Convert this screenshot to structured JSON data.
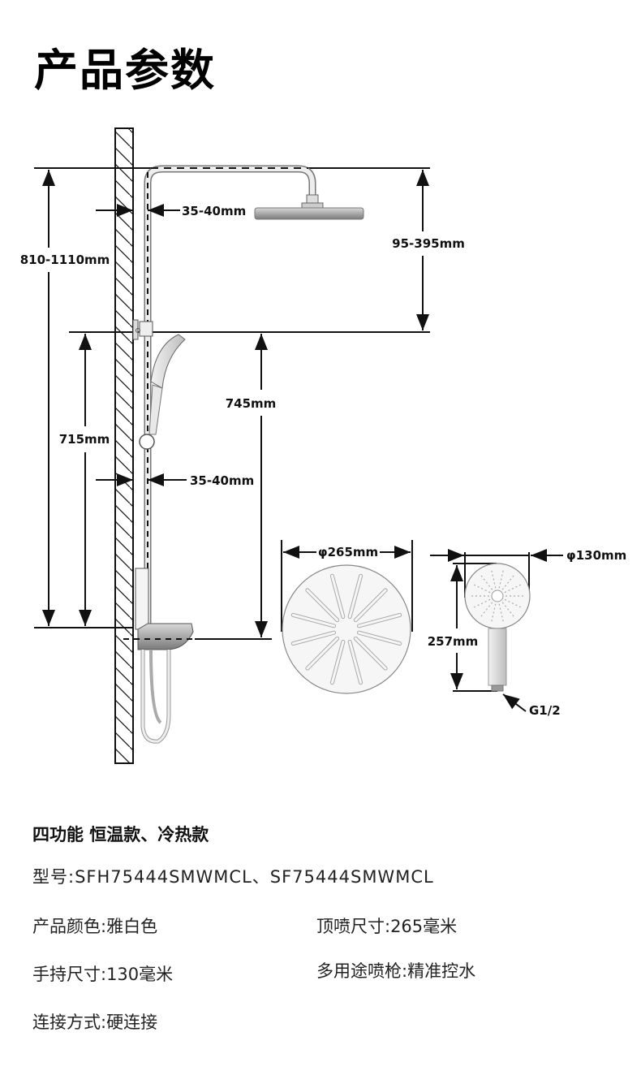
{
  "page": {
    "title": "产品参数"
  },
  "diagram": {
    "labels": {
      "total_height": "810-1110mm",
      "wall_gap_top": "35-40mm",
      "head_drop": "95-395mm",
      "slide_bar_height": "745mm",
      "holder_height": "715mm",
      "wall_gap_bottom": "35-40mm",
      "top_shower_diameter": "φ265mm",
      "hand_shower_diameter": "φ130mm",
      "hand_shower_length": "257mm",
      "thread": "G1/2"
    },
    "colors": {
      "line": "#111111",
      "metal_light": "#e6e6e6",
      "metal_dark": "#8a8a8a",
      "face": "#f4f4f4"
    }
  },
  "specs": {
    "heading": "四功能 恒温款、冷热款",
    "model": "型号:SFH75444SMWMCL、SF75444SMWMCL",
    "items": [
      {
        "text": "产品颜色:雅白色"
      },
      {
        "text": "顶喷尺寸:265毫米"
      },
      {
        "text": "手持尺寸:130毫米"
      },
      {
        "text": "多用途喷枪:精准控水"
      },
      {
        "text": "连接方式:硬连接"
      }
    ]
  }
}
